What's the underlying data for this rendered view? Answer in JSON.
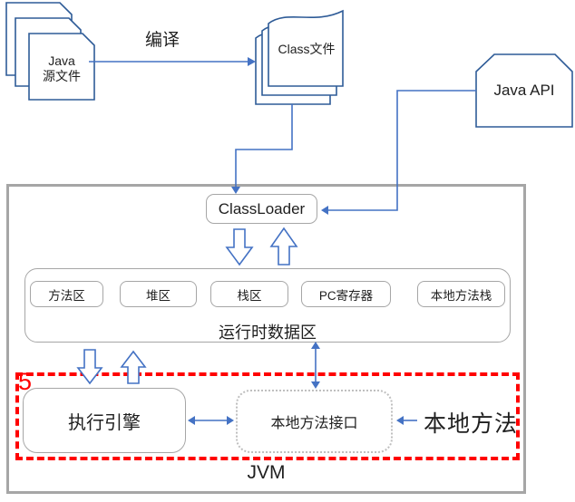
{
  "diagram": {
    "source_stack": {
      "line1": "Java",
      "line2": "源文件"
    },
    "compile_arrow_label": "编译",
    "class_stack_label": "Class文件",
    "java_api_label": "Java API",
    "classloader_label": "ClassLoader",
    "runtime": {
      "label": "运行时数据区",
      "boxes": [
        "方法区",
        "堆区",
        "栈区",
        "PC寄存器",
        "本地方法栈"
      ]
    },
    "native_zone_marker": "5",
    "execution_engine_label": "执行引擎",
    "native_interface_label": "本地方法接口",
    "native_method_label": "本地方法",
    "jvm_label": "JVM",
    "colors": {
      "connector_blue": "#4472C4",
      "shape_border_blue": "#2E5B97",
      "frame_gray": "#A6A6A6",
      "dotted_gray": "#BFBFBF",
      "highlight_red": "#FF0000"
    }
  }
}
